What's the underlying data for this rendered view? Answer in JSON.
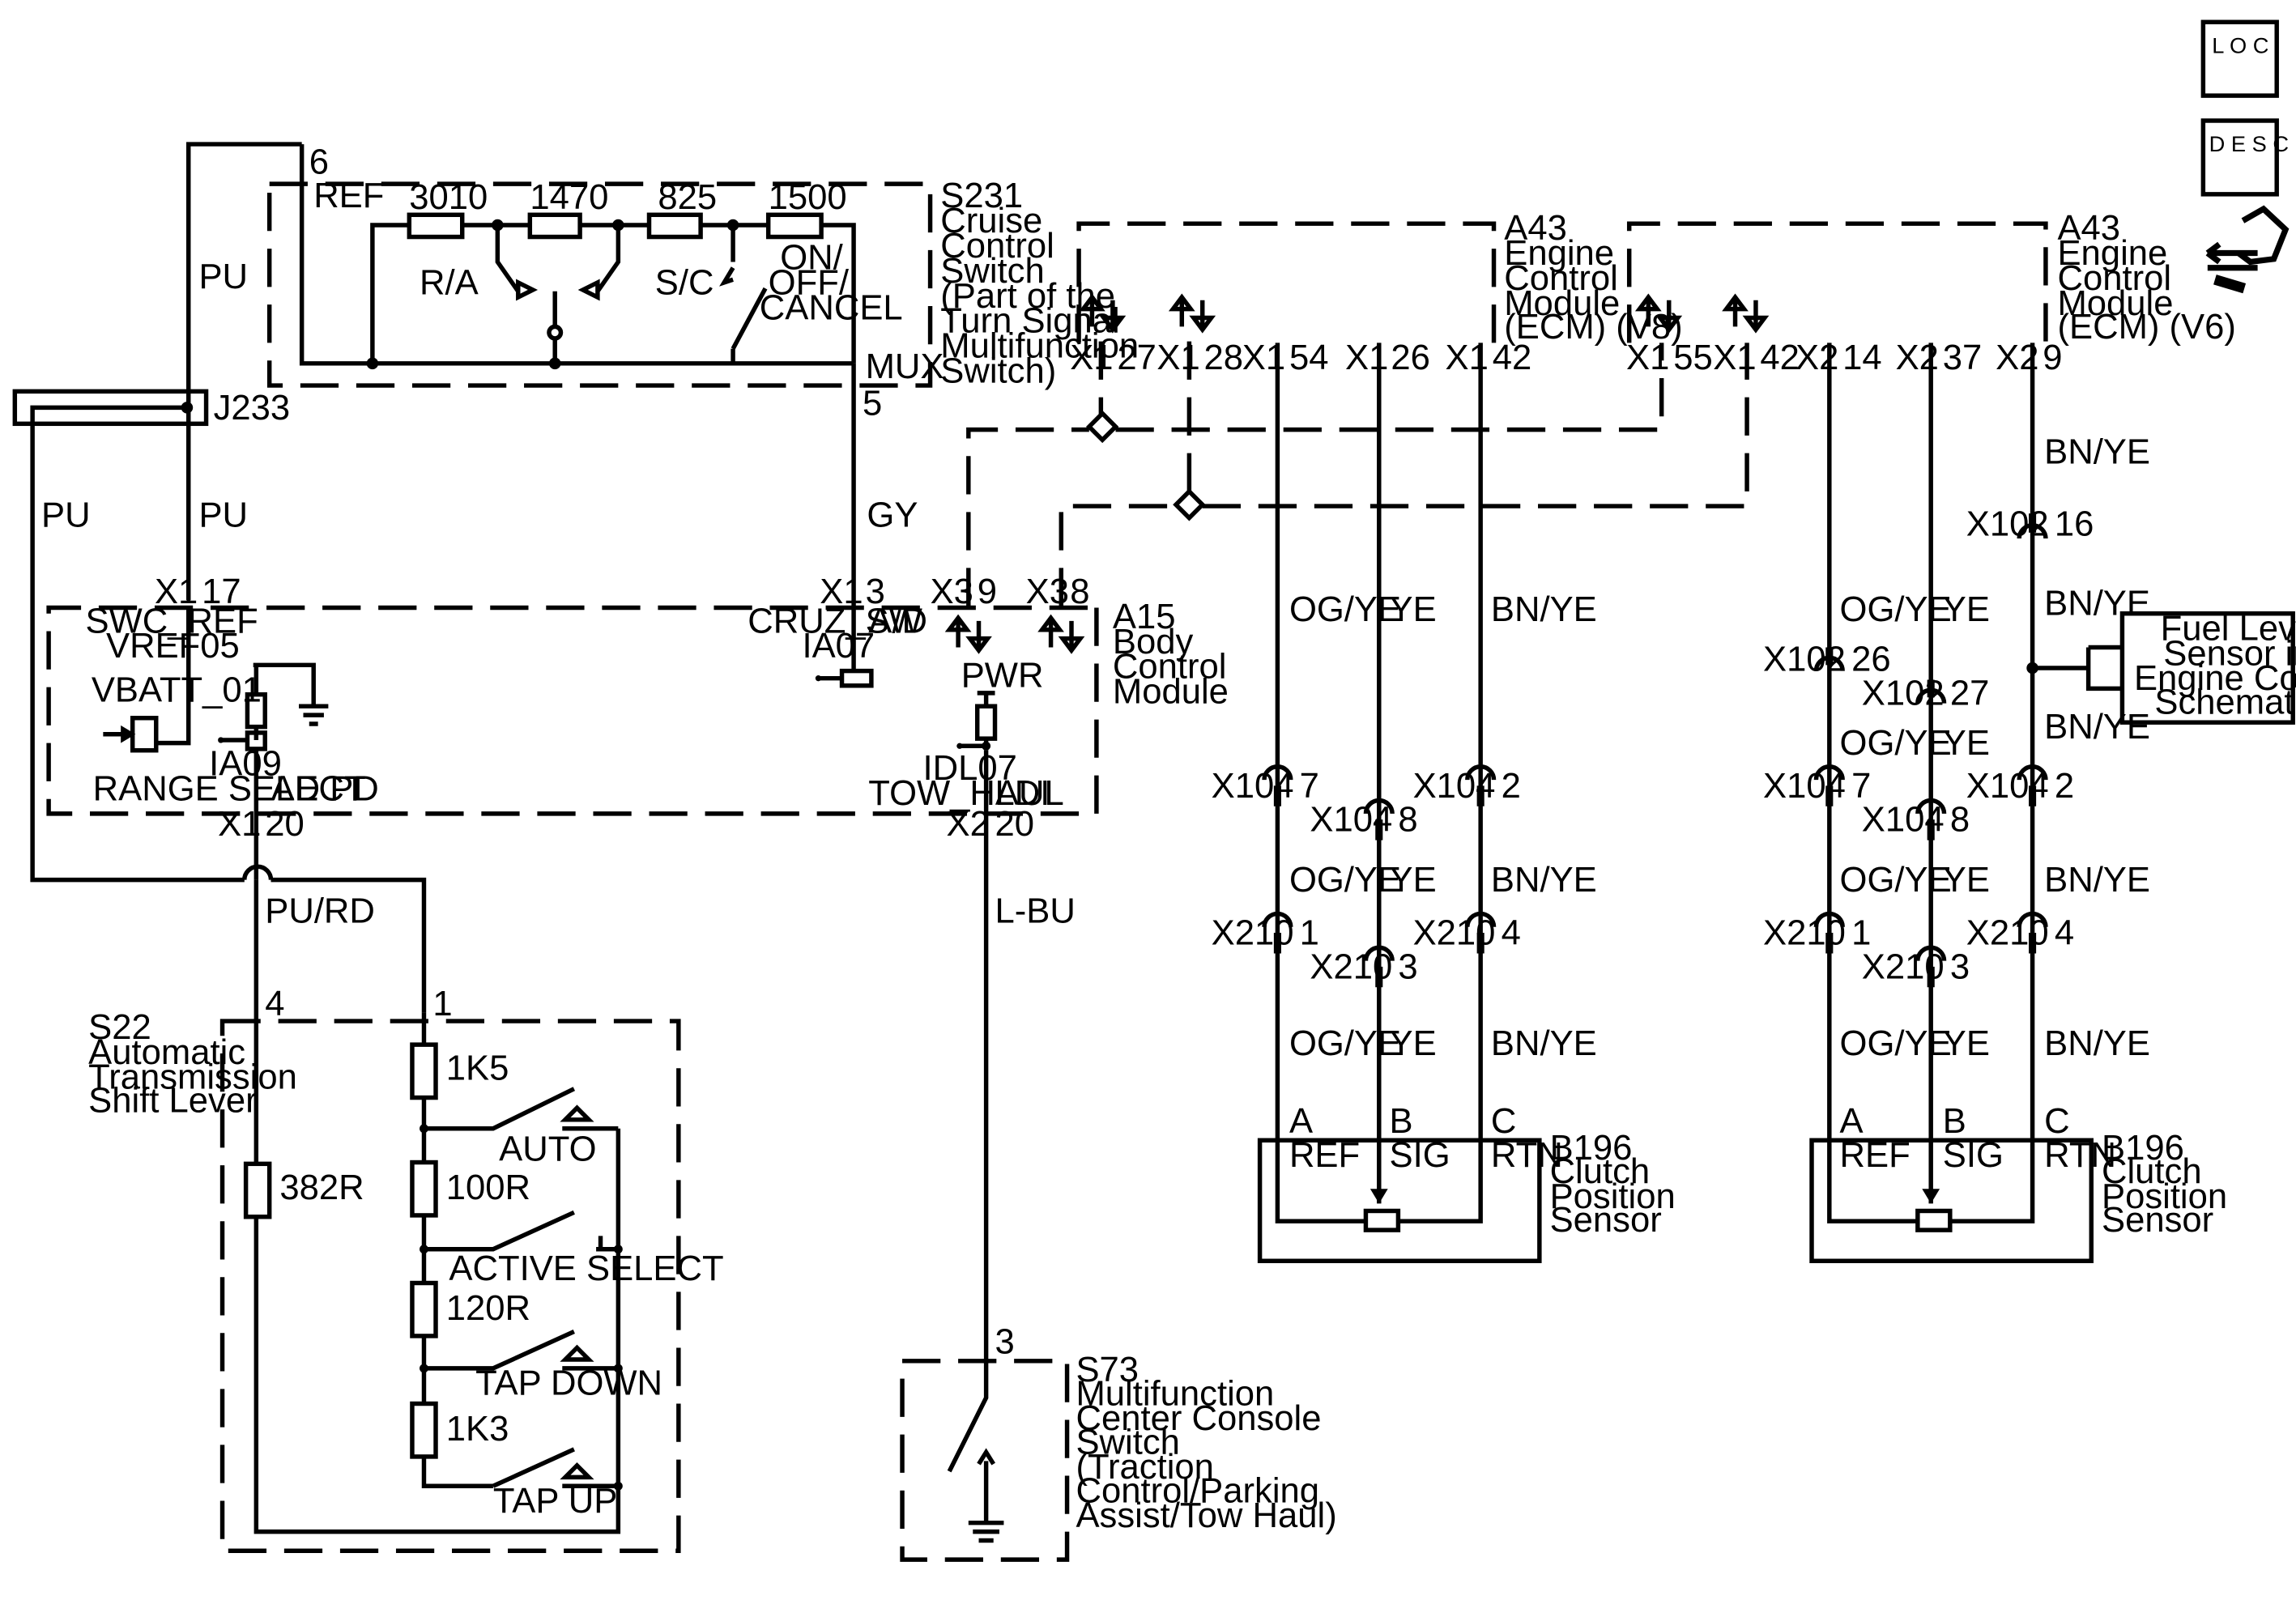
{
  "icons": {
    "loc": "L O C",
    "desc": "D E S C",
    "tool": "wrench-arrow-icon"
  },
  "s231": {
    "pin_ref": "6",
    "ref": "REF",
    "r1": "3010",
    "r2": "1470",
    "r3": "825",
    "r4": "1500",
    "ra": "R/A",
    "sc": "S/C",
    "on_off": [
      "ON/",
      "OFF/",
      "CANCEL"
    ],
    "mux": "MUX",
    "pin_mux": "5",
    "title": [
      "S231",
      "Cruise",
      "Control",
      "Switch",
      "(Part of the",
      "Turn Signal",
      "Multifunction",
      "Switch)"
    ]
  },
  "j233": "J233",
  "wires": {
    "pu": "PU",
    "gy": "GY",
    "pu_rd": "PU/RD",
    "l_bu": "L-BU"
  },
  "a15": {
    "x1_17": [
      "X1",
      "17"
    ],
    "x1_3": [
      "X1",
      "3"
    ],
    "x3_9": [
      "X3",
      "9"
    ],
    "x3_8": [
      "X3",
      "8"
    ],
    "swc_ref": "SWC_REF",
    "vref05": "VREF05",
    "cruz_sw": "CRUZ_SW",
    "ad": "A/D",
    "ia07": "IA07",
    "vbatt": "VBATT_01",
    "ia09": "IA09",
    "range": "RANGE SELECT",
    "adpd": "AD PD",
    "pwr": "PWR",
    "idl07": "IDL07",
    "tow": "TOW_HAUL",
    "ldi": "LDI",
    "x1_20": [
      "X1",
      "20"
    ],
    "x2_20": [
      "X2",
      "20"
    ],
    "title": [
      "A15",
      "Body",
      "Control",
      "Module"
    ]
  },
  "ecm_v8": {
    "pins": [
      [
        "X1",
        "27"
      ],
      [
        "X1",
        "28"
      ],
      [
        "X1",
        "54"
      ],
      [
        "X1",
        "26"
      ],
      [
        "X1",
        "42"
      ]
    ],
    "title": [
      "A43",
      "Engine",
      "Control",
      "Module",
      "(ECM) (V8)"
    ]
  },
  "ecm_v6": {
    "pins": [
      [
        "X1",
        "55"
      ],
      [
        "X1",
        "42"
      ],
      [
        "X2",
        "14"
      ],
      [
        "X2",
        "37"
      ],
      [
        "X2",
        "9"
      ]
    ],
    "title": [
      "A43",
      "Engine",
      "Control",
      "Module",
      "(ECM) (V6)"
    ]
  },
  "colors": {
    "og_ye": "OG/YE",
    "ye": "YE",
    "bn_ye": "BN/YE"
  },
  "conn": {
    "x104": "X104",
    "x210": "X210",
    "x102": "X102",
    "p7": "7",
    "p8": "8",
    "p2": "2",
    "p1": "1",
    "p3": "3",
    "p4": "4",
    "p16": "16",
    "p26": "26",
    "p27": "27"
  },
  "fuel": [
    "Fuel Level",
    "Sensor in",
    "Engine Controls",
    "Schematics"
  ],
  "b196": {
    "a": "A",
    "b": "B",
    "c": "C",
    "ref": "REF",
    "sig": "SIG",
    "rtn": "RTN",
    "title": [
      "B196",
      "Clutch",
      "Position",
      "Sensor"
    ]
  },
  "s22": {
    "pin4": "4",
    "pin1": "1",
    "r382": "382R",
    "r1k5": "1K5",
    "r100": "100R",
    "r120": "120R",
    "r1k3": "1K3",
    "auto": "AUTO",
    "active": "ACTIVE SELECT",
    "tapdown": "TAP DOWN",
    "tapup": "TAP UP",
    "title": [
      "S22",
      "Automatic",
      "Transmission",
      "Shift Lever"
    ]
  },
  "s73": {
    "pin3": "3",
    "title": [
      "S73",
      "Multifunction",
      "Center Console",
      "Switch",
      "(Traction",
      "Control/Parking",
      "Assist/Tow Haul)"
    ]
  }
}
